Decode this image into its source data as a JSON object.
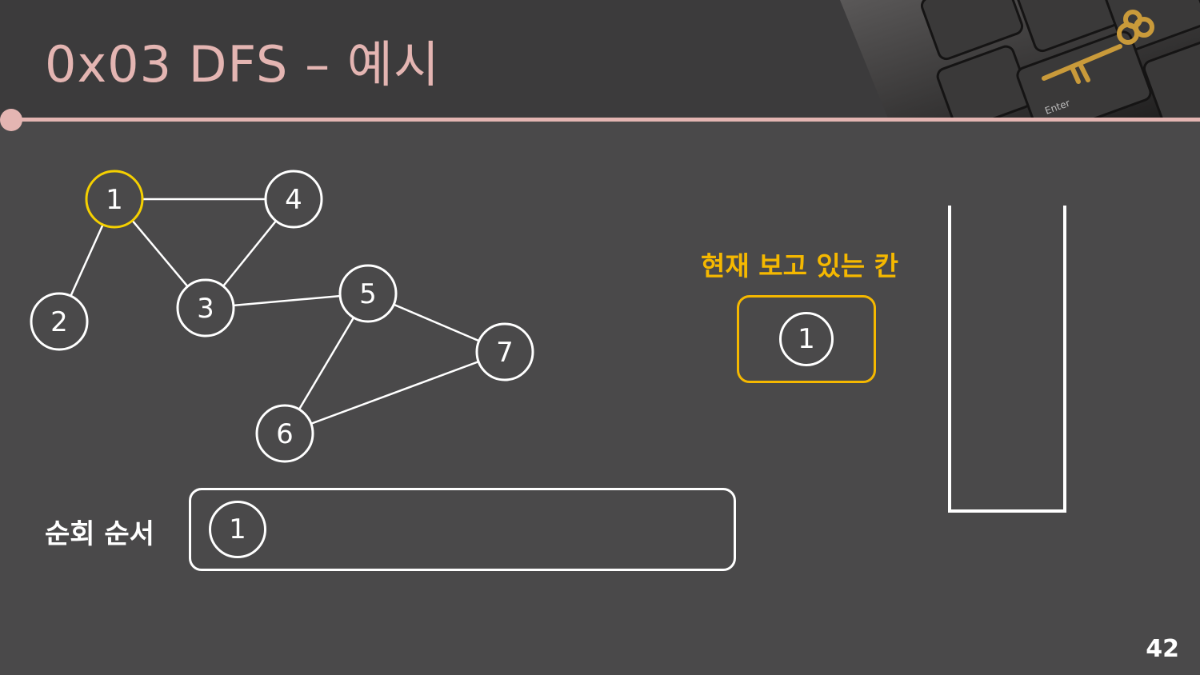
{
  "title": "0x03  DFS – 예시",
  "graph": {
    "nodes": [
      {
        "id": "1",
        "label": "1",
        "highlighted": true
      },
      {
        "id": "2",
        "label": "2"
      },
      {
        "id": "3",
        "label": "3"
      },
      {
        "id": "4",
        "label": "4"
      },
      {
        "id": "5",
        "label": "5"
      },
      {
        "id": "6",
        "label": "6"
      },
      {
        "id": "7",
        "label": "7"
      }
    ],
    "edges": [
      [
        "1",
        "4"
      ],
      [
        "1",
        "2"
      ],
      [
        "1",
        "3"
      ],
      [
        "4",
        "3"
      ],
      [
        "3",
        "5"
      ],
      [
        "5",
        "7"
      ],
      [
        "5",
        "6"
      ],
      [
        "6",
        "7"
      ]
    ]
  },
  "current": {
    "label": "현재 보고 있는 칸",
    "value": "1"
  },
  "stack": {
    "items": []
  },
  "traversal": {
    "label": "순회 순서",
    "order": [
      "1"
    ]
  },
  "page_number": "42",
  "colors": {
    "background": "#4a494a",
    "header": "#3c3b3c",
    "accent_pink": "#e4b5b2",
    "highlight_yellow": "#f5d000",
    "current_orange": "#f5b800",
    "line": "#ffffff"
  }
}
